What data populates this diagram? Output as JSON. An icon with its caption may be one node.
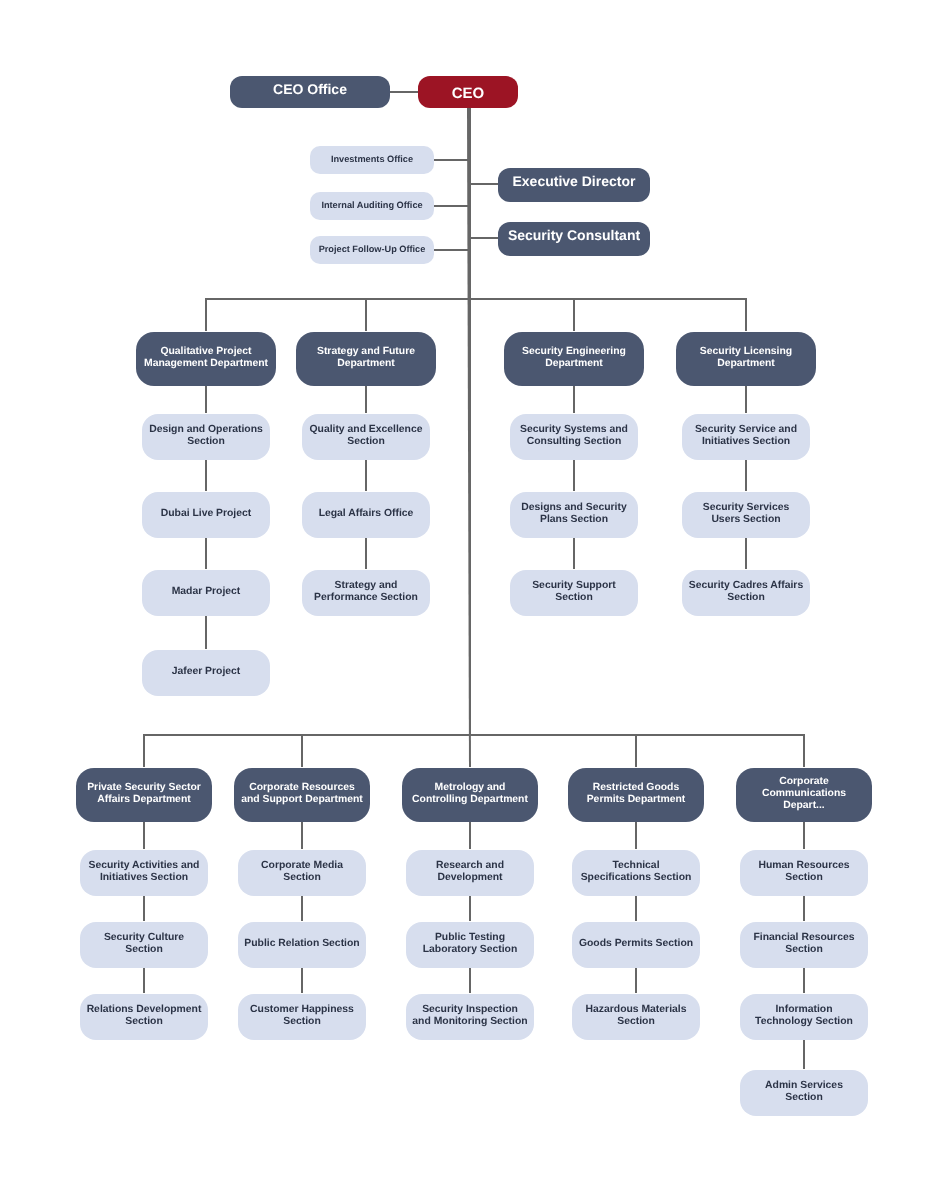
{
  "diagram": {
    "nodes": [
      {
        "text": [
          "CEO Office"
        ]
      },
      {
        "text": [
          "CEO"
        ]
      },
      {
        "text": [
          "Investments Office"
        ]
      },
      {
        "text": [
          "Internal Auditing Office"
        ]
      },
      {
        "text": [
          "Project Follow-Up Office"
        ]
      },
      {
        "text": [
          "Executive Director"
        ]
      },
      {
        "text": [
          "Security Consultant"
        ]
      },
      {
        "text": [
          "Qualitative Project Management Department"
        ]
      },
      {
        "text": [
          "Design and Operations Section"
        ]
      },
      {
        "text": [
          "Dubai Live Project"
        ]
      },
      {
        "text": [
          "Madar Project"
        ]
      },
      {
        "text": [
          "Jafeer Project"
        ]
      },
      {
        "text": [
          "Strategy and Future Department"
        ]
      },
      {
        "text": [
          "Quality and Excellence Section"
        ]
      },
      {
        "text": [
          "Legal Affairs Office"
        ]
      },
      {
        "text": [
          "Strategy and Performance Section"
        ]
      },
      {
        "text": [
          "Security Engineering Department"
        ]
      },
      {
        "text": [
          "Security Systems and Consulting Section"
        ]
      },
      {
        "text": [
          "Designs and Security Plans Section"
        ]
      },
      {
        "text": [
          "Security Support Section"
        ]
      },
      {
        "text": [
          "Security Licensing Department"
        ]
      },
      {
        "text": [
          "Security Service and Initiatives Section"
        ]
      },
      {
        "text": [
          "Security Services Users Section"
        ]
      },
      {
        "text": [
          "Security Cadres Affairs Section"
        ]
      },
      {
        "text": [
          "Private Security Sector Affairs Department"
        ]
      },
      {
        "text": [
          "Security Activities and Initiatives Section"
        ]
      },
      {
        "text": [
          "Security Culture Section"
        ]
      },
      {
        "text": [
          "Relations Development Section"
        ]
      },
      {
        "text": [
          "Corporate Resources and Support Department"
        ]
      },
      {
        "text": [
          "Corporate Media Section"
        ]
      },
      {
        "text": [
          "Public Relation Section"
        ]
      },
      {
        "text": [
          "Customer Happiness Section"
        ]
      },
      {
        "text": [
          "Metrology and Controlling Department"
        ]
      },
      {
        "text": [
          "Research and Development"
        ]
      },
      {
        "text": [
          "Public Testing Laboratory Section"
        ]
      },
      {
        "text": [
          "Security Inspection and Monitoring Section"
        ]
      },
      {
        "text": [
          "Restricted Goods Permits Department"
        ]
      },
      {
        "text": [
          "Technical Specifications Section"
        ]
      },
      {
        "text": [
          "Goods Permits Section"
        ]
      },
      {
        "text": [
          "Hazardous Materials Section"
        ]
      },
      {
        "text": [
          "Corporate Communications Depart..."
        ]
      },
      {
        "text": [
          "Human Resources Section"
        ]
      },
      {
        "text": [
          "Financial Resources Section"
        ]
      },
      {
        "text": [
          "Information Technology Section"
        ]
      },
      {
        "text": [
          "Admin Services Section"
        ]
      }
    ],
    "edges": [
      {
        "from": 0,
        "to": 1,
        "arrow": "none"
      },
      {
        "from": 1,
        "to": 2,
        "arrow": "none"
      },
      {
        "from": 1,
        "to": 3,
        "arrow": "none"
      },
      {
        "from": 1,
        "to": 4,
        "arrow": "none"
      },
      {
        "from": 1,
        "to": 5,
        "arrow": "none"
      },
      {
        "from": 1,
        "to": 6,
        "arrow": "none"
      },
      {
        "from": 1,
        "to": 7,
        "arrow": "none"
      },
      {
        "from": 7,
        "to": 8,
        "arrow": "none"
      },
      {
        "from": 8,
        "to": 9,
        "arrow": "none"
      },
      {
        "from": 9,
        "to": 10,
        "arrow": "none"
      },
      {
        "from": 10,
        "to": 11,
        "arrow": "none"
      },
      {
        "from": 1,
        "to": 12,
        "arrow": "none"
      },
      {
        "from": 12,
        "to": 13,
        "arrow": "none"
      },
      {
        "from": 13,
        "to": 14,
        "arrow": "none"
      },
      {
        "from": 14,
        "to": 15,
        "arrow": "none"
      },
      {
        "from": 1,
        "to": 16,
        "arrow": "none"
      },
      {
        "from": 16,
        "to": 17,
        "arrow": "none"
      },
      {
        "from": 17,
        "to": 18,
        "arrow": "none"
      },
      {
        "from": 18,
        "to": 19,
        "arrow": "none"
      },
      {
        "from": 1,
        "to": 20,
        "arrow": "none"
      },
      {
        "from": 20,
        "to": 21,
        "arrow": "none"
      },
      {
        "from": 21,
        "to": 22,
        "arrow": "none"
      },
      {
        "from": 22,
        "to": 23,
        "arrow": "none"
      },
      {
        "from": 1,
        "to": 24,
        "arrow": "none"
      },
      {
        "from": 24,
        "to": 25,
        "arrow": "none"
      },
      {
        "from": 25,
        "to": 26,
        "arrow": "none"
      },
      {
        "from": 26,
        "to": 27,
        "arrow": "none"
      },
      {
        "from": 1,
        "to": 28,
        "arrow": "none"
      },
      {
        "from": 28,
        "to": 29,
        "arrow": "none"
      },
      {
        "from": 29,
        "to": 30,
        "arrow": "none"
      },
      {
        "from": 30,
        "to": 31,
        "arrow": "none"
      },
      {
        "from": 1,
        "to": 32,
        "arrow": "none"
      },
      {
        "from": 32,
        "to": 33,
        "arrow": "none"
      },
      {
        "from": 33,
        "to": 34,
        "arrow": "none"
      },
      {
        "from": 34,
        "to": 35,
        "arrow": "none"
      },
      {
        "from": 1,
        "to": 36,
        "arrow": "none"
      },
      {
        "from": 36,
        "to": 37,
        "arrow": "none"
      },
      {
        "from": 37,
        "to": 38,
        "arrow": "none"
      },
      {
        "from": 38,
        "to": 39,
        "arrow": "none"
      },
      {
        "from": 1,
        "to": 40,
        "arrow": "none"
      },
      {
        "from": 40,
        "to": 41,
        "arrow": "none"
      },
      {
        "from": 41,
        "to": 42,
        "arrow": "none"
      },
      {
        "from": 42,
        "to": 43,
        "arrow": "none"
      },
      {
        "from": 43,
        "to": 44,
        "arrow": "none"
      }
    ]
  }
}
